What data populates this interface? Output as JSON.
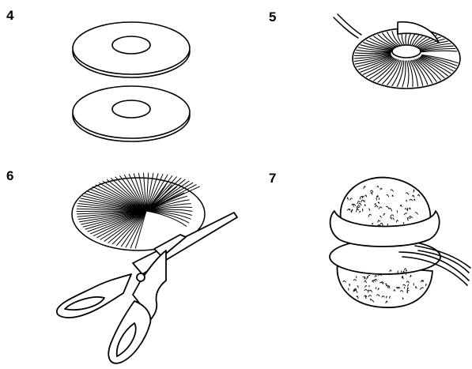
{
  "figure": {
    "steps": [
      {
        "number": "4",
        "subject": "two-cardboard-rings"
      },
      {
        "number": "5",
        "subject": "rings-wrapped-with-yarn"
      },
      {
        "number": "6",
        "subject": "cutting-yarn-with-scissors"
      },
      {
        "number": "7",
        "subject": "tied-pompom"
      }
    ],
    "ink_color": "#000000",
    "paper_color": "#ffffff"
  }
}
